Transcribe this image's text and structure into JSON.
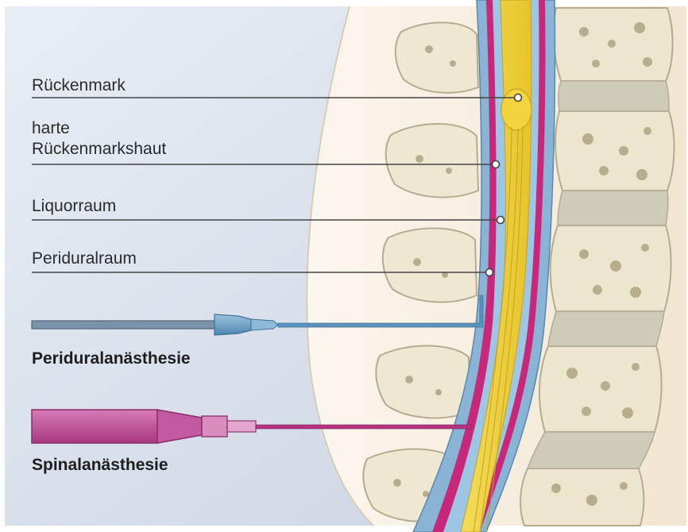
{
  "labels": {
    "spinal_cord": "Rückenmark",
    "dura_line1": "harte",
    "dura_line2": "Rückenmarkshaut",
    "csf_space": "Liquorraum",
    "epidural_space": "Periduralraum"
  },
  "procedures": {
    "epidural": "Periduralanästhesie",
    "spinal": "Spinalanästhesie"
  },
  "colors": {
    "background": "#dfe5ef",
    "bone": "#ece6cf",
    "disc": "#c9c6b6",
    "csf_blue": "#8ab4d6",
    "dura_pink": "#c8287a",
    "cord_yellow": "#efd33a",
    "epidural_needle": "#5a93bd",
    "spinal_needle": "#c0549b"
  }
}
